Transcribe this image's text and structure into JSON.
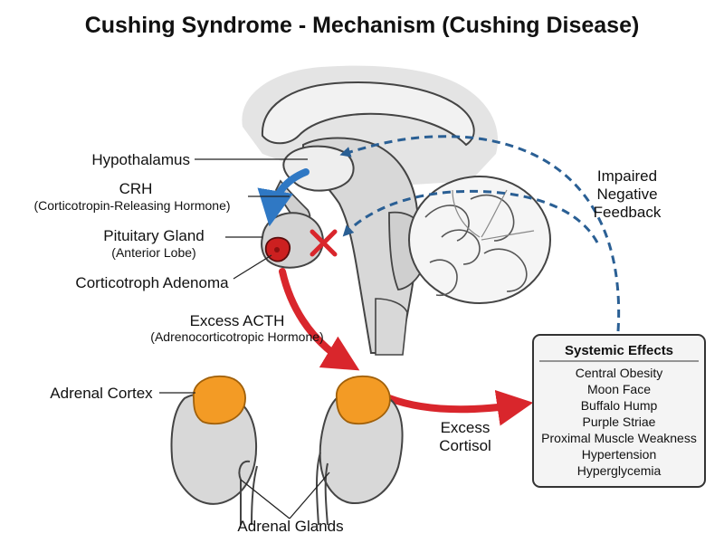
{
  "title": "Cushing Syndrome - Mechanism (Cushing Disease)",
  "labels": {
    "hypothalamus": "Hypothalamus",
    "crh": "CRH",
    "crh_full": "(Corticotropin-Releasing Hormone)",
    "pituitary": "Pituitary Gland",
    "pituitary_sub": "(Anterior Lobe)",
    "adenoma": "Corticotroph Adenoma",
    "acth": "Excess ACTH",
    "acth_full": "(Adrenocorticotropic Hormone)",
    "adrenal_cortex": "Adrenal Cortex",
    "adrenal_glands": "Adrenal Glands",
    "cortisol_line1": "Excess",
    "cortisol_line2": "Cortisol",
    "feedback_line1": "Impaired",
    "feedback_line2": "Negative",
    "feedback_line3": "Feedback"
  },
  "systemic_effects": {
    "title": "Systemic Effects",
    "items": [
      "Central Obesity",
      "Moon Face",
      "Buffalo Hump",
      "Purple Striae",
      "Proximal Muscle Weakness",
      "Hypertension",
      "Hyperglycemia"
    ]
  },
  "colors": {
    "hormone_arrow": "#d9262c",
    "feedback_arrow": "#2a5f94",
    "crh_arrow": "#2f78c4",
    "adrenal_cortex": "#f39b25",
    "adenoma": "#cc2020",
    "tissue": "#d8d8d8",
    "inhibition_mark": "#d9262c"
  }
}
